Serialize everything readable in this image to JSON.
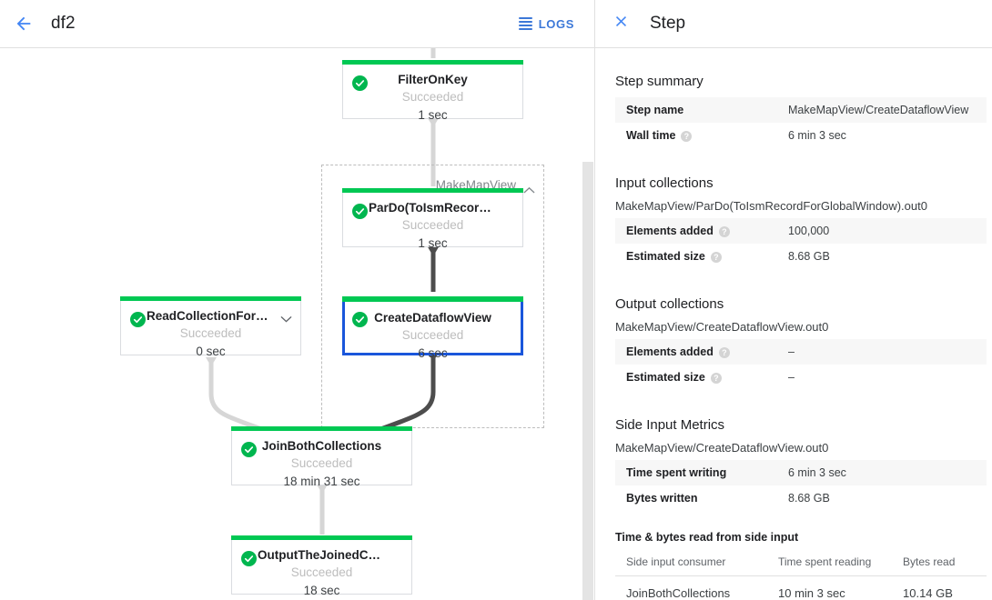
{
  "left": {
    "header": {
      "back_icon": "arrow-left-icon",
      "title": "df2",
      "logs_label": "LOGS",
      "logs_icon": "logs-hamburger-icon"
    },
    "graph": {
      "composite": {
        "label": "MakeMapView",
        "chevron_icon": "chevron-up-icon"
      },
      "nodes": [
        {
          "id": "filter-on-key",
          "name": "FilterOnKey",
          "status": "Succeeded",
          "time": "1 sec",
          "selected": false,
          "has_chevron": false
        },
        {
          "id": "pardo-toismrecord",
          "name": "ParDo(ToIsmRecordFor…",
          "status": "Succeeded",
          "time": "1 sec",
          "selected": false,
          "has_chevron": false
        },
        {
          "id": "create-dataflow-view",
          "name": "CreateDataflowView",
          "status": "Succeeded",
          "time": "6 sec",
          "selected": true,
          "has_chevron": false
        },
        {
          "id": "read-collection-for-join",
          "name": "ReadCollectionForJoin",
          "status": "Succeeded",
          "time": "0 sec",
          "selected": false,
          "has_chevron": true,
          "chevron_icon": "chevron-down-icon"
        },
        {
          "id": "join-both-collections",
          "name": "JoinBothCollections",
          "status": "Succeeded",
          "time": "18 min 31 sec",
          "selected": false,
          "has_chevron": false
        },
        {
          "id": "output-the-joined-collection",
          "name": "OutputTheJoinedCollec…",
          "status": "Succeeded",
          "time": "18 sec",
          "selected": false,
          "has_chevron": false
        }
      ],
      "status_color": "#00c853",
      "selected_color": "#1a56db"
    },
    "scrollbar": {
      "name": "pane-scrollbar"
    }
  },
  "right": {
    "close_icon": "close-icon",
    "title": "Step",
    "step_summary": {
      "heading": "Step summary",
      "rows": [
        {
          "key": "Step name",
          "value": "MakeMapView/CreateDataflowView",
          "help": false
        },
        {
          "key": "Wall time",
          "value": "6 min 3 sec",
          "help": true
        }
      ]
    },
    "input_collections": {
      "heading": "Input collections",
      "collection": "MakeMapView/ParDo(ToIsmRecordForGlobalWindow).out0",
      "rows": [
        {
          "key": "Elements added",
          "value": "100,000",
          "help": true
        },
        {
          "key": "Estimated size",
          "value": "8.68 GB",
          "help": true
        }
      ]
    },
    "output_collections": {
      "heading": "Output collections",
      "collection": "MakeMapView/CreateDataflowView.out0",
      "rows": [
        {
          "key": "Elements added",
          "value": "–",
          "help": true
        },
        {
          "key": "Estimated size",
          "value": "–",
          "help": true
        }
      ]
    },
    "side_input_metrics": {
      "heading": "Side Input Metrics",
      "collection": "MakeMapView/CreateDataflowView.out0",
      "rows": [
        {
          "key": "Time spent writing",
          "value": "6 min 3 sec",
          "help": false
        },
        {
          "key": "Bytes written",
          "value": "8.68 GB",
          "help": false
        }
      ],
      "subheading": "Time & bytes read from side input",
      "table": {
        "columns": [
          "Side input consumer",
          "Time spent reading",
          "Bytes read"
        ],
        "rows": [
          [
            "JoinBothCollections",
            "10 min 3 sec",
            "10.14 GB"
          ]
        ]
      }
    }
  }
}
